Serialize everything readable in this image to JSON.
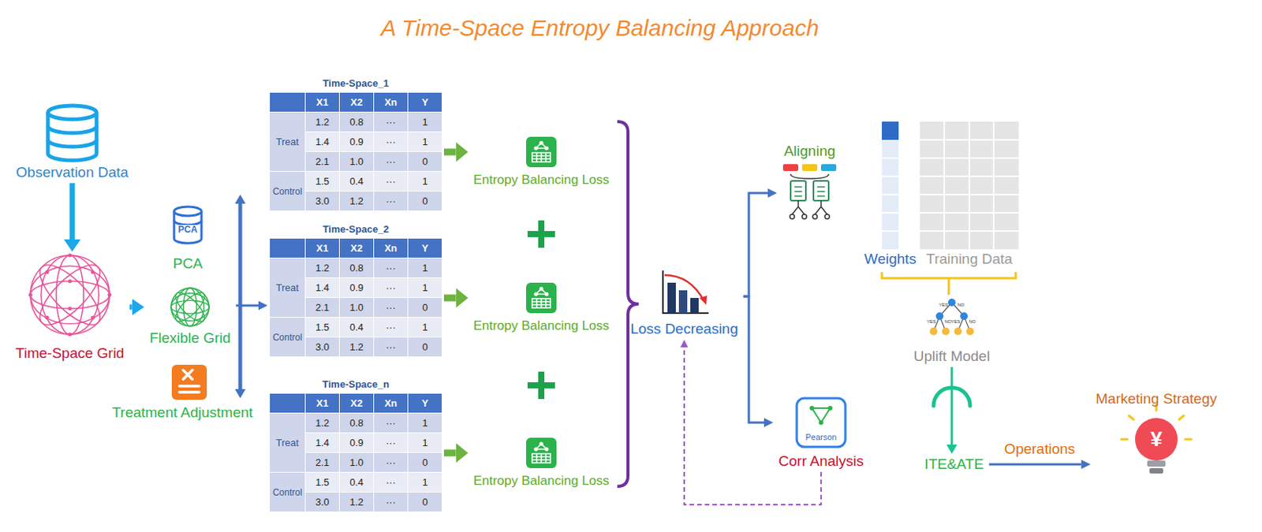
{
  "diagram": {
    "title": "A Time-Space Entropy Balancing Approach",
    "nodes": [
      {
        "text": [
          "Observation Data"
        ]
      },
      {
        "text": [
          "Time-Space Grid"
        ]
      },
      {
        "text": [
          "PCA"
        ]
      },
      {
        "text": [
          "Flexible Grid"
        ]
      },
      {
        "text": [
          "Treatment Adjustment"
        ]
      },
      {
        "text": [
          "Time-Space_1"
        ]
      },
      {
        "text": [
          "Time-Space_2"
        ]
      },
      {
        "text": [
          "Time-Space_n"
        ]
      },
      {
        "text": [
          "Entropy Balancing Loss"
        ]
      },
      {
        "text": [
          "Entropy Balancing Loss"
        ]
      },
      {
        "text": [
          "Entropy Balancing Loss"
        ]
      },
      {
        "text": [
          "Loss Decreasing"
        ]
      },
      {
        "text": [
          "Aligning"
        ]
      },
      {
        "text": [
          "Weights"
        ]
      },
      {
        "text": [
          "Training Data"
        ]
      },
      {
        "text": [
          "Uplift Model"
        ]
      },
      {
        "text": [
          "Pearson",
          "Corr Analysis"
        ]
      },
      {
        "text": [
          "ITE&ATE"
        ]
      },
      {
        "text": [
          "Marketing Strategy"
        ]
      }
    ],
    "edges": [
      {
        "from": 0,
        "to": 1,
        "arrow": "to"
      },
      {
        "from": 1,
        "to": 3,
        "arrow": "to"
      },
      {
        "from": 3,
        "to": 6,
        "arrow": "to"
      },
      {
        "from": 5,
        "to": 8,
        "arrow": "to"
      },
      {
        "from": 6,
        "to": 9,
        "arrow": "to"
      },
      {
        "from": 7,
        "to": 10,
        "arrow": "to"
      },
      {
        "from": 11,
        "to": 12,
        "arrow": "to"
      },
      {
        "from": 11,
        "to": 16,
        "arrow": "to"
      },
      {
        "from": 16,
        "to": 11,
        "arrow": "to"
      },
      {
        "from": 15,
        "to": 17,
        "arrow": "to"
      },
      {
        "from": 17,
        "to": 18,
        "label": "Operations",
        "arrow": "to"
      }
    ],
    "labels": [
      "X1",
      "X2",
      "Xn",
      "Y",
      "Treat",
      "1.2",
      "0.8",
      "···",
      "1",
      "1.4",
      "0.9",
      "···",
      "1",
      "2.1",
      "1.0",
      "···",
      "0",
      "Control",
      "1.5",
      "0.4",
      "···",
      "1",
      "3.0",
      "1.2",
      "···",
      "0",
      "X1",
      "X2",
      "Xn",
      "Y",
      "Treat",
      "1.2",
      "0.8",
      "···",
      "1",
      "1.4",
      "0.9",
      "···",
      "1",
      "2.1",
      "1.0",
      "···",
      "0",
      "Control",
      "1.5",
      "0.4",
      "···",
      "1",
      "3.0",
      "1.2",
      "···",
      "0",
      "X1",
      "X2",
      "Xn",
      "Y",
      "Treat",
      "1.2",
      "0.8",
      "···",
      "1",
      "1.4",
      "0.9",
      "···",
      "1",
      "2.1",
      "1.0",
      "···",
      "0",
      "Control",
      "1.5",
      "0.4",
      "···",
      "1",
      "3.0",
      "1.2",
      "···",
      "0",
      "PCA",
      "YES",
      "NO",
      "YES",
      "NO",
      "YES",
      "NO",
      "¥"
    ]
  }
}
